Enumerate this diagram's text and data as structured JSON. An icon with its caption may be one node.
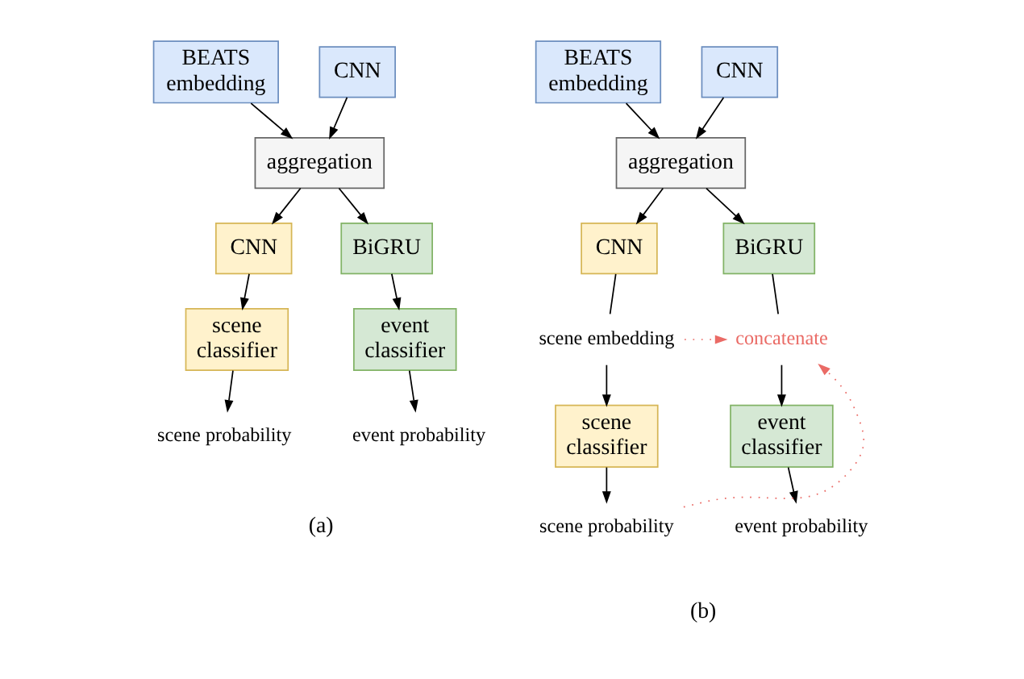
{
  "diagram": {
    "nodes": [
      {
        "text": [
          "CNN"
        ]
      },
      {
        "text": [
          "BEATS embedding"
        ]
      },
      {
        "text": [
          "aggregation"
        ]
      },
      {
        "text": [
          "CNN"
        ]
      },
      {
        "text": [
          "BiGRU"
        ]
      },
      {
        "text": [
          "scene classifier"
        ]
      },
      {
        "text": [
          "event classifier"
        ]
      },
      {
        "text": [
          "scene probability"
        ]
      },
      {
        "text": [
          "event probability"
        ]
      },
      {
        "text": [
          "CNN"
        ]
      },
      {
        "text": [
          "BEATS embedding"
        ]
      },
      {
        "text": [
          "aggregation"
        ]
      },
      {
        "text": [
          "CNN"
        ]
      },
      {
        "text": [
          "BiGRU"
        ]
      },
      {
        "text": [
          "scene embedding"
        ]
      },
      {
        "text": [
          "concatenate"
        ]
      },
      {
        "text": [
          "scene classifier"
        ]
      },
      {
        "text": [
          "event classifier"
        ]
      },
      {
        "text": [
          "scene probability"
        ]
      },
      {
        "text": [
          "event probability"
        ]
      }
    ],
    "edges": [
      {
        "from": 0,
        "to": 2,
        "arrow": "to"
      },
      {
        "from": 1,
        "to": 2,
        "arrow": "to"
      },
      {
        "from": 2,
        "to": 3,
        "arrow": "to"
      },
      {
        "from": 2,
        "to": 4,
        "arrow": "to"
      },
      {
        "from": 3,
        "to": 5,
        "arrow": "to"
      },
      {
        "from": 4,
        "to": 6,
        "arrow": "to"
      },
      {
        "from": 5,
        "to": 7,
        "arrow": "to"
      },
      {
        "from": 6,
        "to": 8,
        "arrow": "to"
      },
      {
        "from": 9,
        "to": 11,
        "arrow": "to"
      },
      {
        "from": 10,
        "to": 11,
        "arrow": "to"
      },
      {
        "from": 11,
        "to": 12,
        "arrow": "to"
      },
      {
        "from": 11,
        "to": 13,
        "arrow": "to"
      },
      {
        "from": 12,
        "to": 14,
        "arrow": "none"
      },
      {
        "from": 14,
        "to": 16,
        "arrow": "to"
      },
      {
        "from": 13,
        "to": 15,
        "arrow": "none"
      },
      {
        "from": 15,
        "to": 17,
        "arrow": "to"
      },
      {
        "from": 14,
        "to": 15,
        "arrow": "to",
        "style": "dashed",
        "color": "#ea6b66"
      },
      {
        "from": 18,
        "to": 15,
        "arrow": "to",
        "style": "dashed",
        "color": "#ea6b66"
      },
      {
        "from": 16,
        "to": 18,
        "arrow": "to"
      },
      {
        "from": 17,
        "to": 19,
        "arrow": "to"
      }
    ],
    "labels": [
      "(a)",
      "(b)"
    ]
  }
}
